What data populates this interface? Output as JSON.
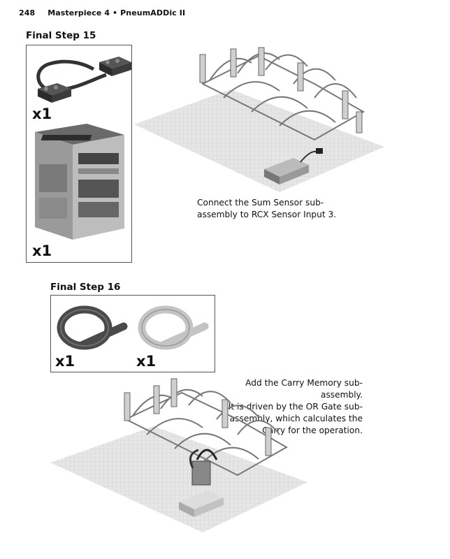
{
  "header": {
    "page_number": "248",
    "running_title": "Masterpiece 4 • PneumADDic II"
  },
  "step15": {
    "title": "Final Step 15",
    "parts": [
      {
        "name": "sensor cable",
        "qty": "x1"
      },
      {
        "name": "RCX brick",
        "qty": "x1"
      }
    ],
    "caption_lines": [
      "Connect the Sum Sensor sub-",
      "assembly to RCX Sensor Input 3."
    ]
  },
  "step16": {
    "title": "Final Step 16",
    "parts": [
      {
        "name": "dark pneumatic tube",
        "qty": "x1"
      },
      {
        "name": "light pneumatic tube",
        "qty": "x1"
      }
    ],
    "caption_lines": [
      "Add the Carry Memory sub-assembly.",
      "It is driven by the OR Gate sub-",
      "assembly, which calculates the",
      "Carry for the operation."
    ]
  },
  "colors": {
    "border": "#555555",
    "part_dark": "#3a3a3a",
    "part_light": "#c8c8c8",
    "baseplate": "#e4e4e4",
    "grid": "#c9c9c9"
  }
}
